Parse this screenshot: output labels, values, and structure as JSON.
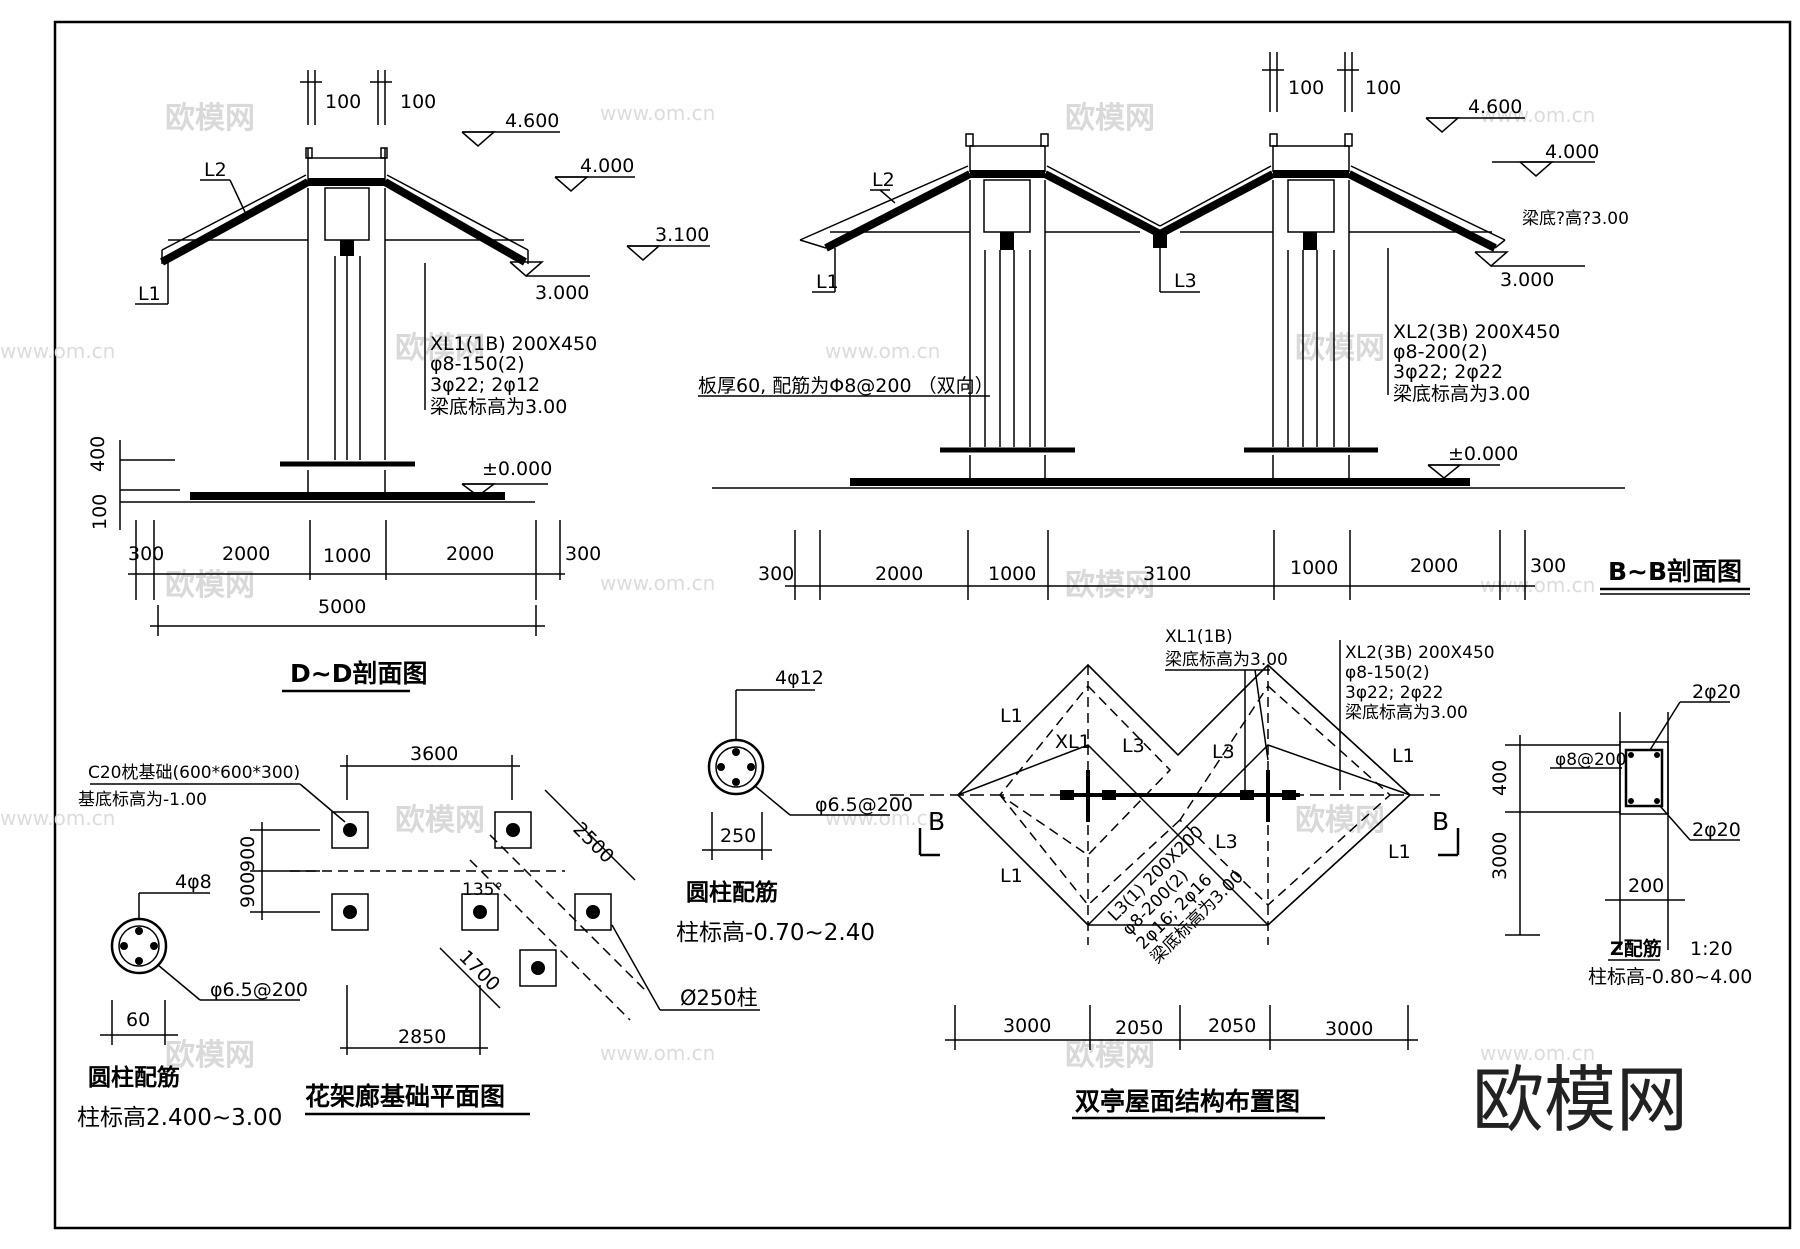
{
  "watermark": {
    "cn": "欧模网",
    "url": "www.om.cn",
    "brand": "欧模网"
  },
  "dd_section": {
    "title": "D~D剖面图",
    "tops": [
      "100",
      "100"
    ],
    "elevations": [
      "4.600",
      "4.000",
      "3.100",
      "3.000",
      "±0.000"
    ],
    "labels": [
      "L2",
      "L1"
    ],
    "beam_note": [
      "XL1(1B) 200X450",
      "φ8-150(2)",
      "3φ22; 2φ12",
      "梁底标高为3.00"
    ],
    "left_dims": [
      "400",
      "100"
    ],
    "dims": [
      "300",
      "2000",
      "1000",
      "2000",
      "300"
    ],
    "total": "5000"
  },
  "bb_section": {
    "title": "B~B剖面图",
    "tops": [
      "100",
      "100"
    ],
    "elevations": [
      "4.600",
      "4.000",
      "3.000",
      "±0.000"
    ],
    "beam_bottom_note": "梁底?高?3.00",
    "labels": [
      "L2",
      "L1",
      "L3"
    ],
    "slab_note": "板厚60, 配筋为Φ8@200 （双向）",
    "beam_note": [
      "XL2(3B) 200X450",
      "φ8-200(2)",
      "3φ22; 2φ22",
      "梁底标高为3.00"
    ],
    "dims": [
      "300",
      "2000",
      "1000",
      "3100",
      "1000",
      "2000",
      "300"
    ]
  },
  "small_column": {
    "top_label": "4φ8",
    "stirrup": "φ6.5@200",
    "dim": "60",
    "title": "圆柱配筋",
    "subtitle": "柱标高2.400~3.00"
  },
  "foundation_plan": {
    "title": "花架廊基础平面图",
    "note1": "C20枕基础(600*600*300)",
    "note2": "基底标高为-1.00",
    "dim_top": "3600",
    "dim_diag1": "2500",
    "dim_left1": "900",
    "dim_left2": "900",
    "angle": "135°",
    "dim_diag2": "1700",
    "dim_bottom": "2850",
    "col_label": "Ø250柱"
  },
  "large_column": {
    "top_label": "4φ12",
    "stirrup": "φ6.5@200",
    "dim": "250",
    "title": "圆柱配筋",
    "subtitle": "柱标高-0.70~2.40"
  },
  "roof_plan": {
    "title": "双亭屋面结构布置图",
    "note_xl1": [
      "XL1(1B)",
      "梁底标高为3.00"
    ],
    "note_xl2": [
      "XL2(3B) 200X450",
      "φ8-150(2)",
      "3φ22; 2φ22",
      "梁底标高为3.00"
    ],
    "labels": [
      "L1",
      "L1",
      "L1",
      "L1",
      "XL1",
      "L3",
      "L3",
      "L3"
    ],
    "section_mark": "B",
    "l3_note": [
      "L3(1) 200X200",
      "φ8-200(2)",
      "2φ16; 2φ16",
      "梁底标高为3.00"
    ],
    "dims": [
      "3000",
      "2050",
      "2050",
      "3000"
    ]
  },
  "z_detail": {
    "top": "2φ20",
    "stirrup": "φ8@200",
    "height": "400",
    "bottom": "2φ20",
    "width": "200",
    "elev": "3000",
    "title": "Z配筋",
    "scale": "1:20",
    "subtitle": "柱标高-0.80~4.00"
  }
}
